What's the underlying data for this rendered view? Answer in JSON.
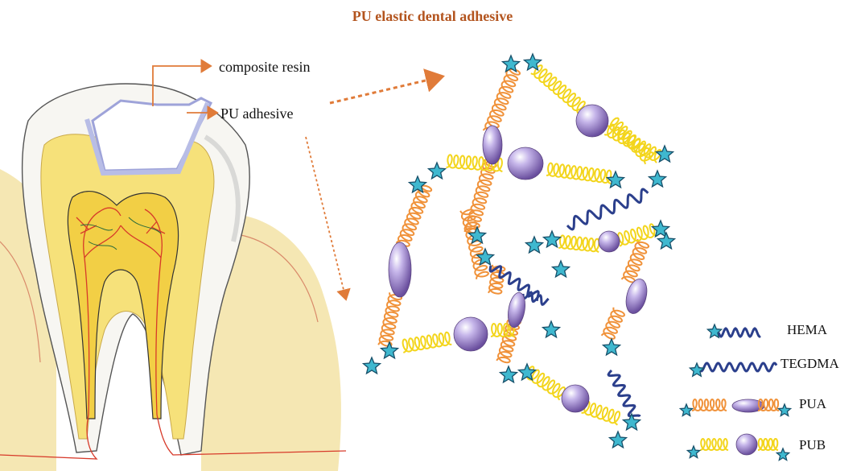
{
  "title": "PU elastic dental adhesive",
  "labels": {
    "composite_resin": "composite resin",
    "pu_adhesive": "PU adhesive"
  },
  "legend": [
    {
      "label": "HEMA"
    },
    {
      "label": "TEGDMA"
    },
    {
      "label": "PUA"
    },
    {
      "label": "PUB"
    }
  ],
  "colors": {
    "title": "#b3541e",
    "arrow": "#e07b39",
    "orange_spring": "#f0923a",
    "yellow_spring": "#f3d51c",
    "blue_wave": "#2b3f8c",
    "star": "#3fb8cf",
    "star_edge": "#17506a",
    "bead": "#9b82c9",
    "tooth_pulp": "#f6e17a",
    "enamel": "#f7f6f2",
    "gum": "#f3e3a6",
    "nerve": "#d73a2a"
  }
}
